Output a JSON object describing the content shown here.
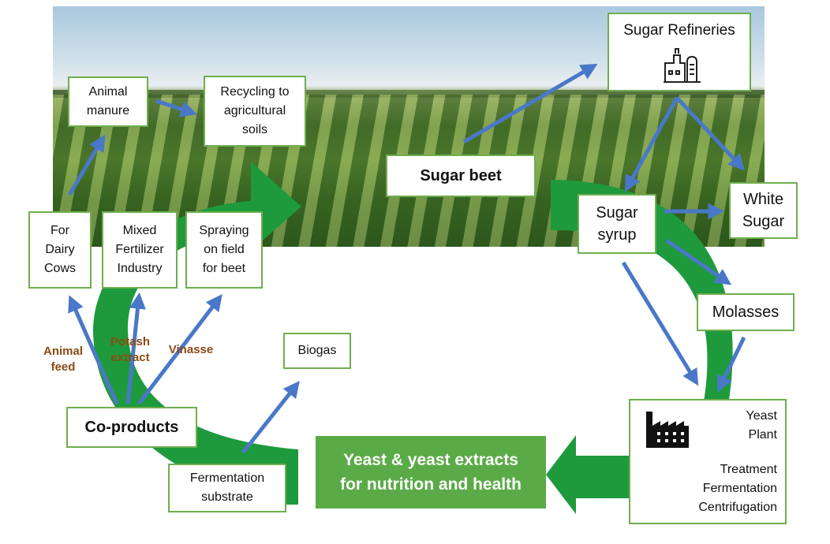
{
  "nodes": {
    "sugar_beet": "Sugar beet",
    "sugar_refineries": "Sugar Refineries",
    "sugar_syrup": "Sugar\nsyrup",
    "white_sugar": "White\nSugar",
    "molasses": "Molasses",
    "yeast_plant": "Yeast\nPlant",
    "yeast_steps": "Treatment\nFermentation\nCentrifugation",
    "yeast_products": "Yeast & yeast extracts\nfor nutrition and health",
    "fermentation_substrate": "Fermentation\nsubstrate",
    "biogas": "Biogas",
    "co_products": "Co-products",
    "for_dairy_cows": "For\nDairy\nCows",
    "mixed_fertilizer": "Mixed\nFertilizer\nIndustry",
    "spraying_field": "Spraying\non field\nfor beet",
    "animal_manure": "Animal\nmanure",
    "recycling_soils": "Recycling to\nagricultural\nsoils"
  },
  "edge_labels": {
    "animal_feed": "Animal\nfeed",
    "potash_extract": "Potash\nextract",
    "vinasse": "Vinasse"
  },
  "icons": {
    "refinery": "refinery-icon",
    "factory": "factory-icon"
  },
  "colors": {
    "box_border": "#6fae4f",
    "cycle_green": "#1e9a3c",
    "arrow_blue": "#4a78c8",
    "label_brown": "#8b4a13",
    "yeast_fill": "#5aab47"
  }
}
